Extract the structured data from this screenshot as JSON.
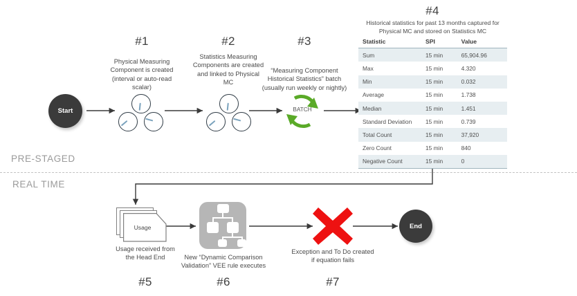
{
  "lanes": {
    "prestaged_label": "PRE-STAGED",
    "realtime_label": "REAL TIME"
  },
  "nodes": {
    "start_label": "Start",
    "end_label": "End",
    "batch_label": "BATCH",
    "usage_label": "Usage"
  },
  "steps": [
    {
      "number": "#1",
      "caption": "Physical Measuring Component is created (interval  or auto-read scalar)",
      "icon": "meter-cluster-icon"
    },
    {
      "number": "#2",
      "caption": "Statistics Measuring Components are created and linked to Physical MC",
      "icon": "meter-cluster-icon"
    },
    {
      "number": "#3",
      "caption": "“Measuring Component Historical Statistics” batch (usually run weekly or nightly)",
      "icon": "batch-cycle-icon"
    },
    {
      "number": "#4",
      "caption": "",
      "icon": "statistics-table"
    },
    {
      "number": "#5",
      "caption": "Usage received from the Head End",
      "icon": "document-stack-icon"
    },
    {
      "number": "#6",
      "caption": "New “Dynamic Comparison Validation” VEE rule executes",
      "icon": "vee-rule-icon"
    },
    {
      "number": "#7",
      "caption": "Exception and To Do created if equation fails",
      "icon": "red-x-icon"
    }
  ],
  "table": {
    "title": "Historical statistics for past 13 months captured for Physical MC and stored on Statistics MC",
    "columns": [
      "Statistic",
      "SPI",
      "Value"
    ],
    "rows": [
      [
        "Sum",
        "15 min",
        "65,904.96"
      ],
      [
        "Max",
        "15 min",
        "4.320"
      ],
      [
        "Min",
        "15 min",
        "0.032"
      ],
      [
        "Average",
        "15 min",
        "1.738"
      ],
      [
        "Median",
        "15 min",
        "1.451"
      ],
      [
        "Standard Deviation",
        "15 min",
        "0.739"
      ],
      [
        "Total Count",
        "15 min",
        "37,920"
      ],
      [
        "Zero Count",
        "15 min",
        "840"
      ],
      [
        "Negative Count",
        "15 min",
        "0"
      ]
    ]
  },
  "colors": {
    "node_fill": "#3b3b3b",
    "batch_green": "#5aaa28",
    "error_red": "#ee1111",
    "vee_gray": "#b6b6b6",
    "row_stripe": "#e7eef1",
    "arrow": "#3a3a3a",
    "lane_text": "#9a9a9a"
  }
}
